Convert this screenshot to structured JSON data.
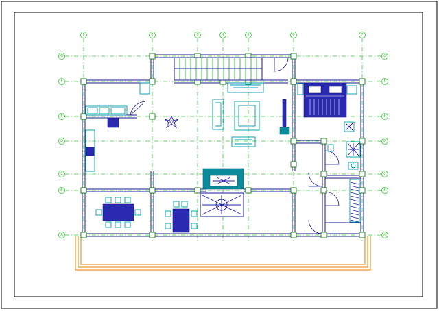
{
  "drawing": {
    "grid_x_labels": [
      "1",
      "2",
      "3",
      "4",
      "5",
      "6",
      "7"
    ],
    "grid_y_labels": [
      "G",
      "F",
      "E",
      "D",
      "C",
      "B",
      "A"
    ]
  },
  "colors": {
    "grid": "#33cc33",
    "wall": "#1a1a8c",
    "furniture": "#0099aa",
    "deck": "#e69a2e"
  }
}
